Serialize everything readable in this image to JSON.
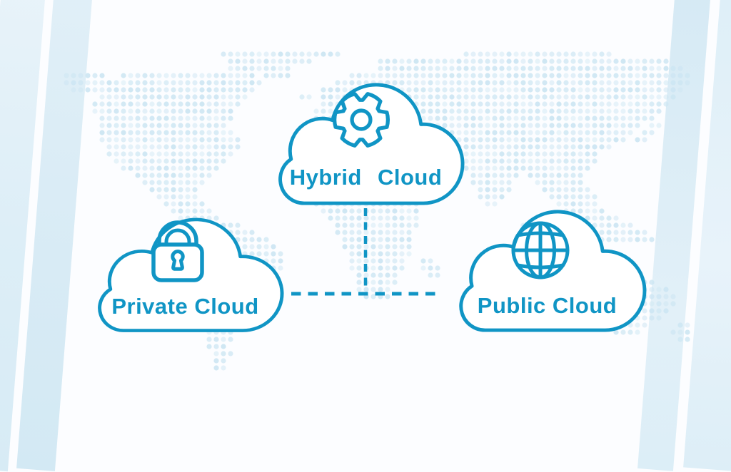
{
  "diagram": {
    "title": "Hybrid Cloud",
    "nodes": [
      {
        "id": "hybrid",
        "label": "Hybrid Cloud",
        "icon": "gear-icon"
      },
      {
        "id": "private",
        "label": "Private Cloud",
        "icon": "lock-icon"
      },
      {
        "id": "public",
        "label": "Public Cloud",
        "icon": "globe-icon"
      }
    ],
    "connections": [
      {
        "from": "hybrid",
        "to": "private-public-link",
        "style": "dashed"
      },
      {
        "from": "private",
        "to": "public",
        "style": "dashed"
      }
    ]
  },
  "colors": {
    "accent": "#1095c5",
    "cloud_fill": "#ffffff",
    "map_dot": "#cde6f3",
    "stripe": "#d9ecf6",
    "background": "#fcfdff"
  },
  "background": {
    "pattern": "dotted-world-map"
  }
}
